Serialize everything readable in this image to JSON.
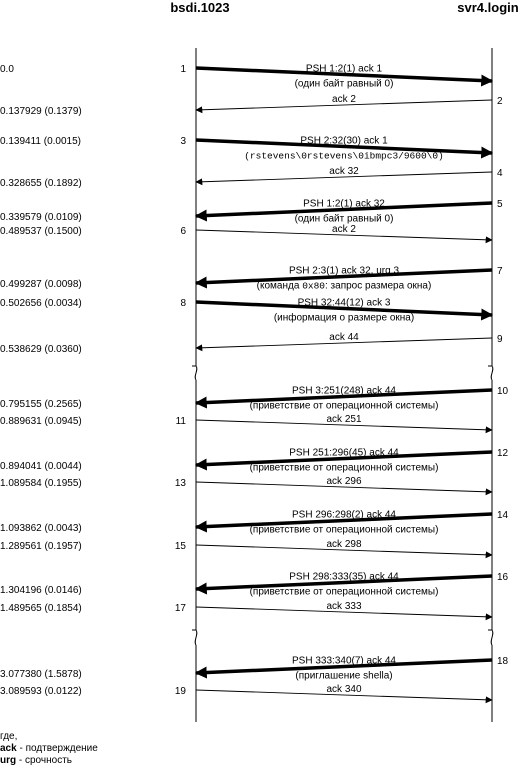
{
  "hosts": {
    "left": "bsdi.1023",
    "right": "svr4.login"
  },
  "segments": [
    {
      "n": "1",
      "time": "0.0",
      "dir": "r",
      "heavy": true,
      "label": "PSH 1:2(1)  ack 1",
      "sub": "(один байт равный 0)"
    },
    {
      "n": "2",
      "time": "0.137929 (0.1379)",
      "dir": "l",
      "heavy": false,
      "label": "ack 2"
    },
    {
      "n": "3",
      "time": "0.139411 (0.0015)",
      "dir": "r",
      "heavy": true,
      "label": "PSH 2:32(30)  ack 1",
      "sub_mono": "(rstevens\\0rstevens\\0ibmpc3/9600\\0)"
    },
    {
      "n": "4",
      "time": "0.328655 (0.1892)",
      "dir": "l",
      "heavy": false,
      "label": "ack 32"
    },
    {
      "n": "5",
      "time": "0.339579 (0.0109)",
      "dir": "l",
      "heavy": true,
      "label": "PSH 1:2(1)  ack 32",
      "sub": "(один байт равный 0)"
    },
    {
      "n": "6",
      "time": "0.489537 (0.1500)",
      "dir": "r",
      "heavy": false,
      "label": "ack 2"
    },
    {
      "n": "7",
      "time": "0.499287 (0.0098)",
      "dir": "l",
      "heavy": true,
      "label": "PSH 2:3(1)  ack 32, urg 3",
      "sub_pre": "(команда ",
      "sub_code": "0x80",
      "sub_post": ": запрос размера окна)"
    },
    {
      "n": "8",
      "time": "0.502656 (0.0034)",
      "dir": "r",
      "heavy": true,
      "label": "PSH 32:44(12)  ack 3",
      "sub": "(информация о размере окна)"
    },
    {
      "n": "9",
      "time": "0.538629 (0.0360)",
      "dir": "l",
      "heavy": false,
      "label": "ack 44"
    },
    {
      "n": "10",
      "time": "0.795155 (0.2565)",
      "dir": "l",
      "heavy": true,
      "label": "PSH 3:251(248)  ack 44",
      "sub": "(приветствие от операционной системы)"
    },
    {
      "n": "11",
      "time": "0.889631 (0.0945)",
      "dir": "r",
      "heavy": false,
      "label": "ack 251"
    },
    {
      "n": "12",
      "time": "0.894041 (0.0044)",
      "dir": "l",
      "heavy": true,
      "label": "PSH 251:296(45)  ack 44",
      "sub": "(приветствие от операционной системы)"
    },
    {
      "n": "13",
      "time": "1.089584 (0.1955)",
      "dir": "r",
      "heavy": false,
      "label": "ack 296"
    },
    {
      "n": "14",
      "time": "1.093862 (0.0043)",
      "dir": "l",
      "heavy": true,
      "label": "PSH 296:298(2)  ack 44",
      "sub": "(приветствие от операционной системы)"
    },
    {
      "n": "15",
      "time": "1.289561 (0.1957)",
      "dir": "r",
      "heavy": false,
      "label": "ack 298"
    },
    {
      "n": "16",
      "time": "1.304196 (0.0146)",
      "dir": "l",
      "heavy": true,
      "label": "PSH 298:333(35)  ack 44",
      "sub": "(приветствие от операционной системы)"
    },
    {
      "n": "17",
      "time": "1.489565 (0.1854)",
      "dir": "r",
      "heavy": false,
      "label": "ack 333"
    },
    {
      "n": "18",
      "time": "3.077380 (1.5878)",
      "dir": "l",
      "heavy": true,
      "label": "PSH 333:340(7)  ack 44",
      "sub": "(приглашение shella)"
    },
    {
      "n": "19",
      "time": "3.089593 (0.0122)",
      "dir": "r",
      "heavy": false,
      "label": "ack 340"
    }
  ],
  "legend": {
    "title": "где,",
    "items": [
      {
        "key": "ack",
        "desc": " - подтверждение"
      },
      {
        "key": "urg",
        "desc": " - срочность"
      }
    ]
  }
}
